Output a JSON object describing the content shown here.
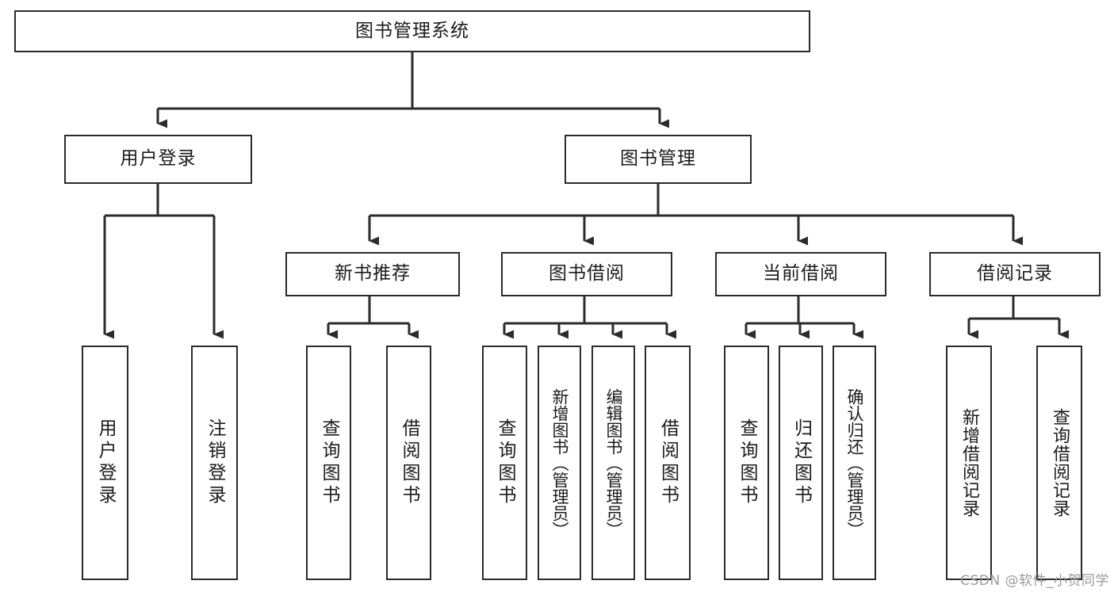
{
  "diagram": {
    "type": "tree-hierarchy",
    "title": "图书管理系统",
    "watermark": "CSDN @软件_小贺同学",
    "colors": {
      "box_border": "#2b2b2b",
      "box_fill": "#ffffff",
      "connector": "#2b2b2b",
      "text": "#1b1b1b",
      "watermark": "#9a9a9a",
      "background": "#ffffff"
    },
    "levels": [
      {
        "level": 1,
        "nodes": [
          {
            "id": "root",
            "label": "图书管理系统",
            "orientation": "horizontal"
          }
        ]
      },
      {
        "level": 2,
        "nodes": [
          {
            "id": "user-login",
            "label": "用户登录",
            "orientation": "horizontal",
            "parent": "root"
          },
          {
            "id": "book-manage",
            "label": "图书管理",
            "orientation": "horizontal",
            "parent": "root"
          }
        ]
      },
      {
        "level": 3,
        "nodes": [
          {
            "id": "new-book-rec",
            "label": "新书推荐",
            "orientation": "horizontal",
            "parent": "book-manage"
          },
          {
            "id": "book-borrow",
            "label": "图书借阅",
            "orientation": "horizontal",
            "parent": "book-manage"
          },
          {
            "id": "current-borrow",
            "label": "当前借阅",
            "orientation": "horizontal",
            "parent": "book-manage"
          },
          {
            "id": "borrow-record",
            "label": "借阅记录",
            "orientation": "horizontal",
            "parent": "book-manage"
          }
        ]
      },
      {
        "level": 4,
        "nodes": [
          {
            "id": "leaf-user-login",
            "label": "用户登录",
            "orientation": "vertical",
            "parent": "user-login"
          },
          {
            "id": "leaf-user-logout",
            "label": "注销登录",
            "orientation": "vertical",
            "parent": "user-login"
          },
          {
            "id": "leaf-query-book-1",
            "label": "查询图书",
            "orientation": "vertical",
            "parent": "new-book-rec"
          },
          {
            "id": "leaf-borrow-book-1",
            "label": "借阅图书",
            "orientation": "vertical",
            "parent": "new-book-rec"
          },
          {
            "id": "leaf-query-book-2",
            "label": "查询图书",
            "orientation": "vertical",
            "parent": "book-borrow"
          },
          {
            "id": "leaf-add-book",
            "label": "新增图书（管理员）",
            "orientation": "vertical",
            "parent": "book-borrow"
          },
          {
            "id": "leaf-edit-book",
            "label": "编辑图书（管理员）",
            "orientation": "vertical",
            "parent": "book-borrow"
          },
          {
            "id": "leaf-borrow-book-2",
            "label": "借阅图书",
            "orientation": "vertical",
            "parent": "book-borrow"
          },
          {
            "id": "leaf-query-book-3",
            "label": "查询图书",
            "orientation": "vertical",
            "parent": "current-borrow"
          },
          {
            "id": "leaf-return-book",
            "label": "归还图书",
            "orientation": "vertical",
            "parent": "current-borrow"
          },
          {
            "id": "leaf-confirm-return",
            "label": "确认归还（管理员）",
            "orientation": "vertical",
            "parent": "current-borrow"
          },
          {
            "id": "leaf-add-record",
            "label": "新增借阅记录",
            "orientation": "vertical",
            "parent": "borrow-record"
          },
          {
            "id": "leaf-query-record",
            "label": "查询借阅记录",
            "orientation": "vertical",
            "parent": "borrow-record"
          }
        ]
      }
    ]
  }
}
